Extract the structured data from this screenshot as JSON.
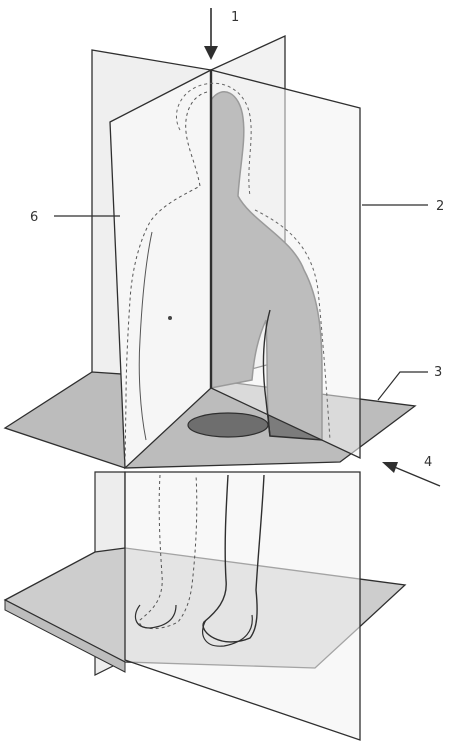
{
  "figure": {
    "labels": {
      "l1": "1",
      "l2": "2",
      "l3": "3",
      "l4": "4",
      "l6": "6"
    },
    "colors": {
      "outline": "#2f2f2f",
      "plane_light": "#f4f4f4",
      "plane_mid": "#e4e4e4",
      "floor": "#b9b9b9",
      "body_shadow": "#7a7a7a",
      "dashed_contour": "#555555"
    }
  }
}
